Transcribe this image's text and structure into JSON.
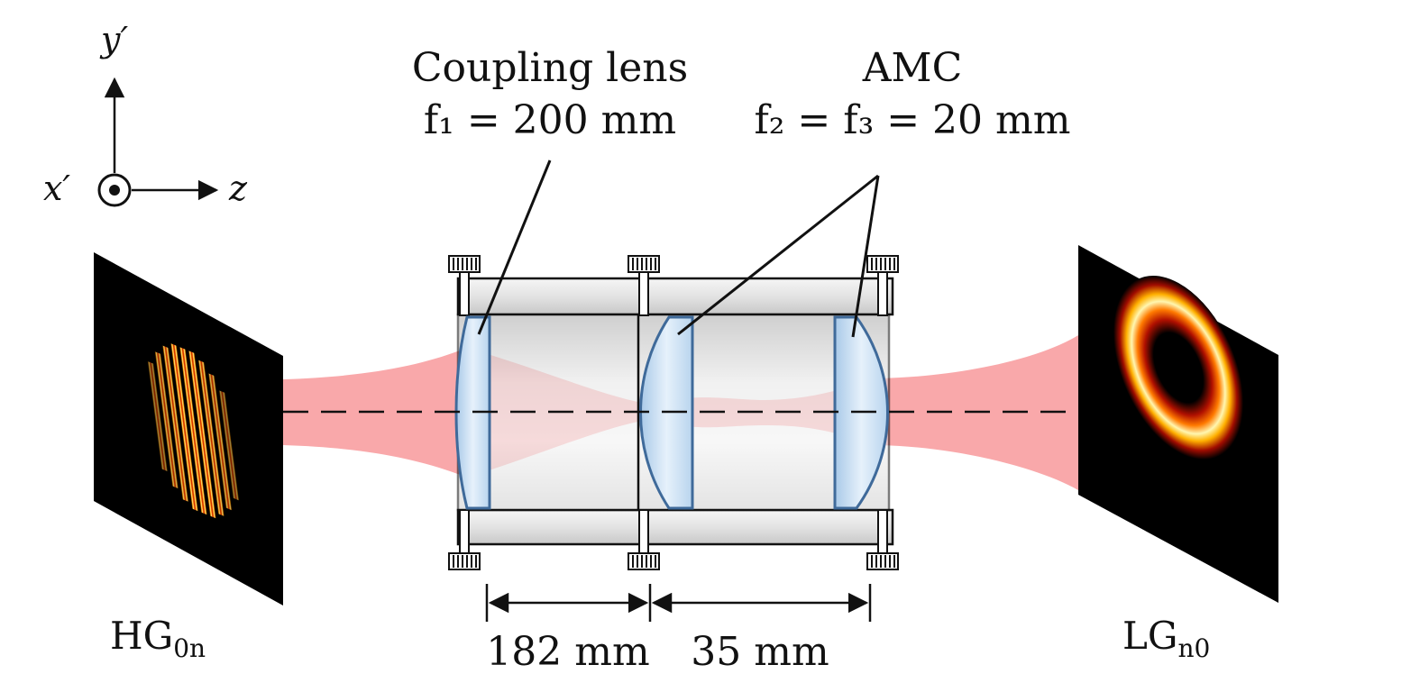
{
  "axes": {
    "y_label": "y′",
    "x_label": "x′",
    "z_label": "z"
  },
  "labels": {
    "coupling_title": "Coupling lens",
    "coupling_focal": "f₁ = 200 mm",
    "amc_title": "AMC",
    "amc_focal": "f₂ = f₃ = 20 mm",
    "dist_1": "182 mm",
    "dist_2": "35 mm",
    "input_mode": "HG",
    "input_mode_sub": "0n",
    "output_mode": "LG",
    "output_mode_sub": "n0"
  },
  "colors": {
    "beam": "#f9a8aa",
    "lens_fill": "#cfe3f5",
    "lens_edge": "#3f6a9a",
    "housing": "#e0e0e0",
    "line": "#111111"
  }
}
